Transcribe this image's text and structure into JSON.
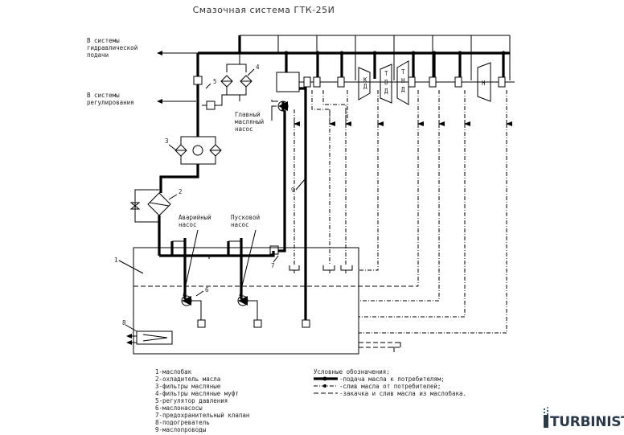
{
  "title": "Смазочная система ГТК-25И",
  "feed_labels": {
    "hydraulic": [
      "В системы",
      "гидравлической",
      "подачи"
    ],
    "regulation": [
      "В системы",
      "регулирования"
    ]
  },
  "component_labels": {
    "main_pump": [
      "Главный",
      "масляный",
      "насос"
    ],
    "emergency_pump": [
      "Аварийный",
      "насос"
    ],
    "starting_pump": [
      "Пусковой",
      "насос"
    ]
  },
  "turbine_letters": {
    "k": "К",
    "d": "Д",
    "tvd": [
      "Т",
      "В",
      "Д"
    ],
    "tnd": [
      "Т",
      "Н",
      "Д"
    ],
    "n": "Н"
  },
  "numbers": [
    "1",
    "2",
    "3",
    "4",
    "5",
    "6",
    "7",
    "8",
    "9"
  ],
  "legend_items": [
    "1-маслобак",
    "2-охладитель масла",
    "3-фильтры масляные",
    "4-фильтры масляные муфт",
    "5-регулятор давления",
    "6-маслонасосы",
    "7-предохранительный клапан",
    "8-подогреватель",
    "9-маслопроводы"
  ],
  "symbols": {
    "heading": "Условные обозначения:",
    "supply": "-подача масла к потребителям;",
    "drain": "-слив масла от потребителей;",
    "suction": "-закачка и слив масла из маслобака."
  },
  "logo": "TURBINIST"
}
